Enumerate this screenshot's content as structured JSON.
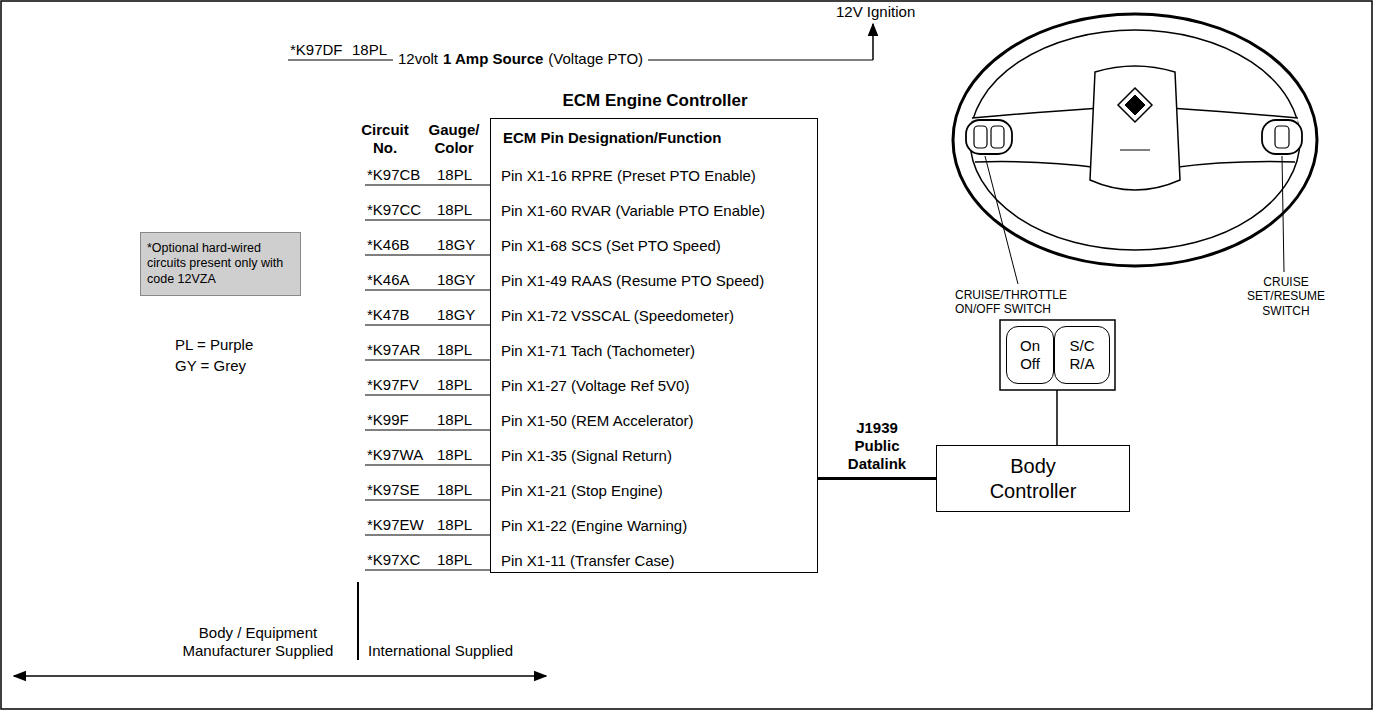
{
  "diagram": {
    "nodes": [
      {
        "text": [
          "ECM Engine Controller",
          "ECM Pin Designation/Function",
          "Pin X1-16 RPRE (Preset PTO Enable)",
          "Pin X1-60 RVAR (Variable PTO Enable)",
          "Pin X1-68 SCS (Set PTO Speed)",
          "Pin X1-49 RAAS (Resume PTO Speed)",
          "Pin X1-72 VSSCAL (Speedometer)",
          "Pin X1-71 Tach (Tachometer)",
          "Pin X1-27 (Voltage Ref 5V0)",
          "Pin X1-50 (REM Accelerator)",
          "Pin X1-35 (Signal Return)",
          "Pin X1-21 (Stop Engine)",
          "Pin X1-22 (Engine Warning)",
          "Pin X1-11 (Transfer Case)"
        ]
      },
      {
        "text": [
          "*Optional hard-wired circuits present only with code 12VZA"
        ]
      },
      {
        "text": [
          "On Off"
        ]
      },
      {
        "text": [
          "S/C R/A"
        ]
      },
      {
        "text": [
          "Body Controller"
        ]
      }
    ],
    "edges": [
      {
        "from": 0,
        "to": 4,
        "arrow": "none",
        "label": "J1939 Public Datalink"
      }
    ],
    "labels": [
      "12V Ignition",
      "*K97DF",
      "18PL",
      "12volt",
      "1 Amp Source",
      "(Voltage PTO)",
      "Circuit No.",
      "Gauge/ Color",
      "*K97CB",
      "18PL",
      "*K97CC",
      "18PL",
      "*K46B",
      "18GY",
      "*K46A",
      "18GY",
      "*K47B",
      "18GY",
      "*K97AR",
      "18PL",
      "*K97FV",
      "18PL",
      "*K99F",
      "18PL",
      "*K97WA",
      "18PL",
      "*K97SE",
      "18PL",
      "*K97EW",
      "18PL",
      "*K97XC",
      "18PL",
      "PL = Purple",
      "GY = Grey",
      "CRUISE/THROTTLE ON/OFF SWITCH",
      "CRUISE SET/RESUME SWITCH",
      "Body / Equipment Manufacturer Supplied",
      "International Supplied"
    ]
  }
}
